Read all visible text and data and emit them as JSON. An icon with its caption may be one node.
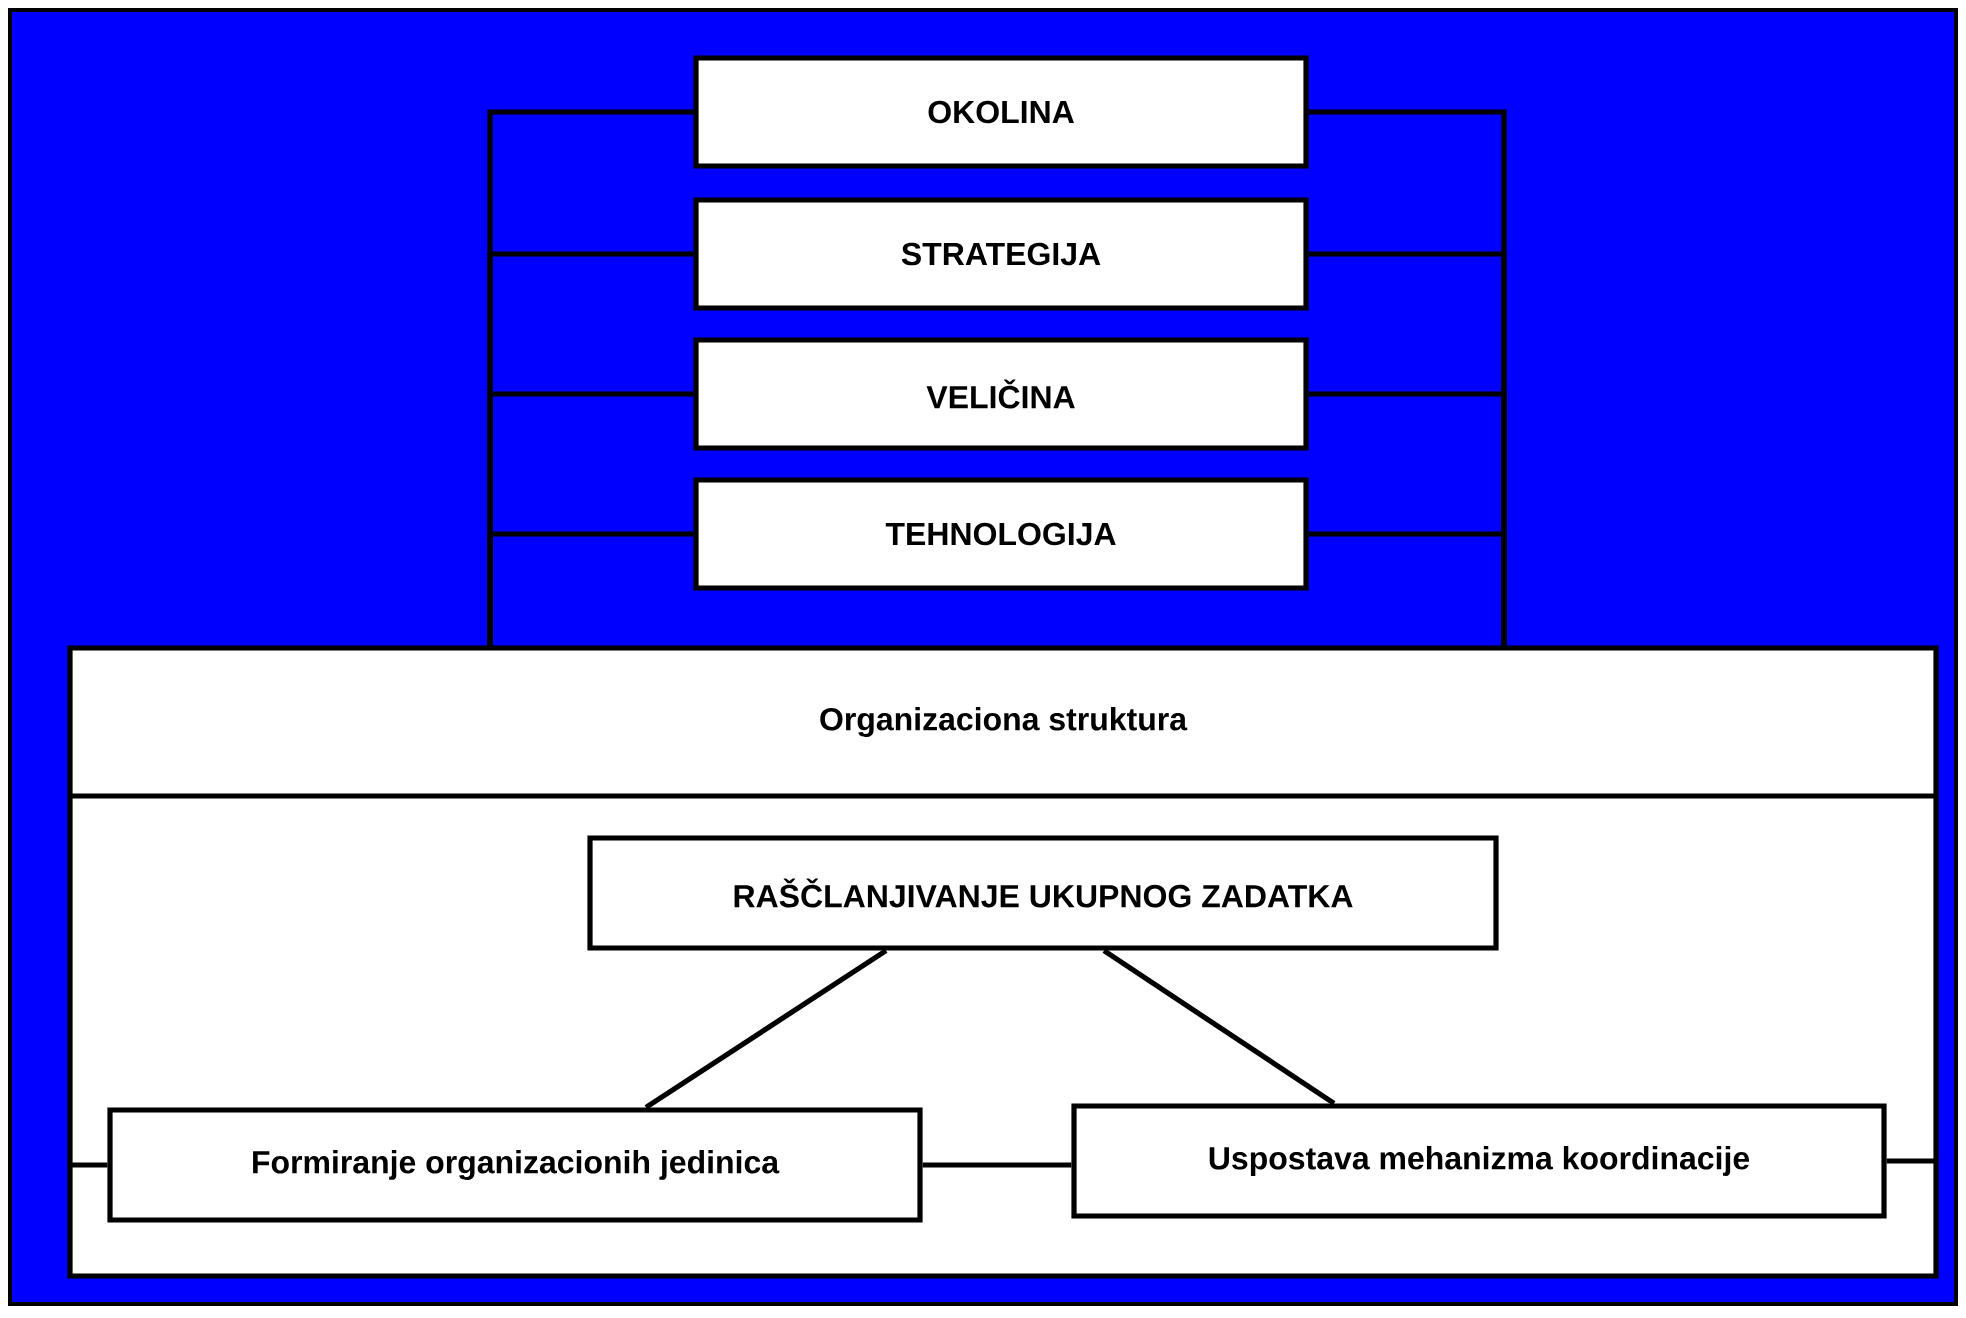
{
  "diagram": {
    "nodes": [
      {
        "text": [
          "OKOLINA"
        ]
      },
      {
        "text": [
          "STRATEGIJA"
        ]
      },
      {
        "text": [
          "VELIČINA"
        ]
      },
      {
        "text": [
          "TEHNOLOGIJA"
        ]
      },
      {
        "text": [
          "Organizaciona struktura"
        ]
      },
      {
        "text": [
          "RAŠČLANJIVANJE UKUPNOG ZADATKA"
        ],
        "in": 4
      },
      {
        "text": [
          "Formiranje organizacionih jedinica"
        ],
        "in": 4
      },
      {
        "text": [
          "Uspostava mehanizma koordinacije"
        ],
        "in": 4
      }
    ],
    "edges": [
      {
        "from": 0,
        "to": 4,
        "arrow": "none"
      },
      {
        "from": 1,
        "to": 4,
        "arrow": "none"
      },
      {
        "from": 2,
        "to": 4,
        "arrow": "none"
      },
      {
        "from": 3,
        "to": 4,
        "arrow": "none"
      },
      {
        "from": 0,
        "to": 4,
        "arrow": "none"
      },
      {
        "from": 1,
        "to": 4,
        "arrow": "none"
      },
      {
        "from": 2,
        "to": 4,
        "arrow": "none"
      },
      {
        "from": 3,
        "to": 4,
        "arrow": "none"
      },
      {
        "from": 5,
        "to": 6,
        "arrow": "none"
      },
      {
        "from": 5,
        "to": 7,
        "arrow": "none"
      },
      {
        "from": 6,
        "to": 7,
        "arrow": "none"
      },
      {
        "from": 6,
        "to": 4,
        "arrow": "none"
      },
      {
        "from": 7,
        "to": 4,
        "arrow": "none"
      }
    ]
  }
}
